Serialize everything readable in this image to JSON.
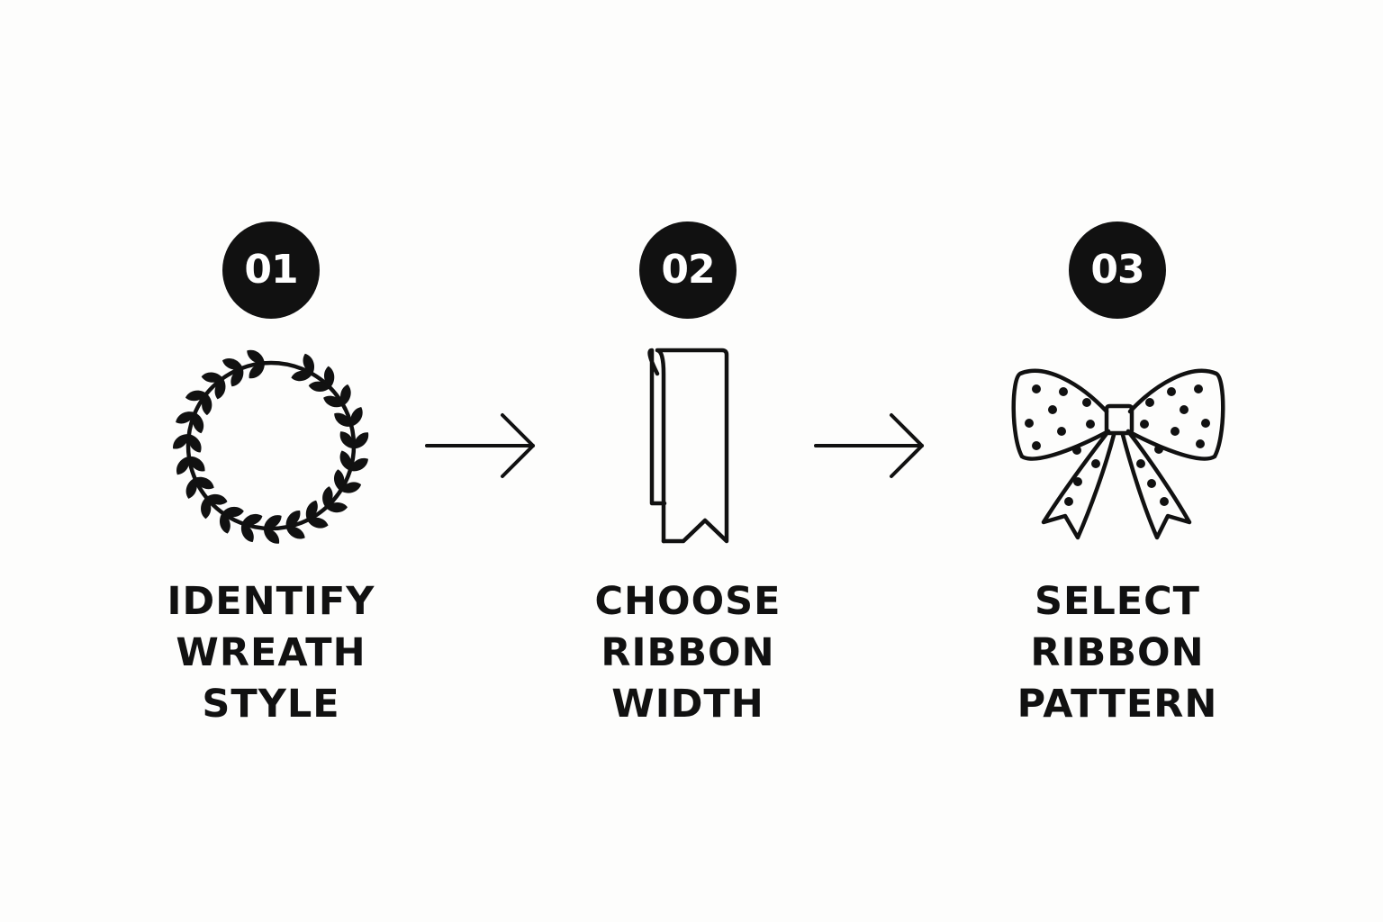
{
  "steps": [
    {
      "number": "01",
      "label_lines": [
        "IDENTIFY",
        "WREATH",
        "STYLE"
      ],
      "icon": "wreath-icon"
    },
    {
      "number": "02",
      "label_lines": [
        "CHOOSE",
        "RIBBON",
        "WIDTH"
      ],
      "icon": "ribbon-icon"
    },
    {
      "number": "03",
      "label_lines": [
        "SELECT",
        "RIBBON",
        "PATTERN"
      ],
      "icon": "polka-dot-bow-icon"
    }
  ],
  "connectors": [
    "arrow-right-icon",
    "arrow-right-icon"
  ],
  "colors": {
    "ink": "#111111",
    "background": "#fdfdfc",
    "badge_text": "#ffffff"
  }
}
